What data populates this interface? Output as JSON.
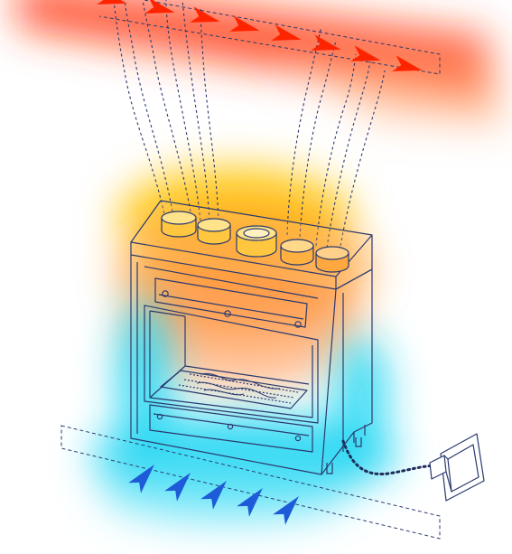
{
  "diagram": {
    "subject": "fireplace-insert-air-circulation",
    "colors": {
      "line": "#2a3a6e",
      "hot_red": "#ff2a00",
      "hot_orange": "#ff8a1e",
      "warm_yellow": "#ffd400",
      "cool_cyan": "#22d6f2",
      "cool_blue": "#1f63d6",
      "arrow_red": "#ff2400",
      "arrow_blue": "#1d5bd8"
    },
    "icons": {
      "hot_arrow": "chevron-arrow-right",
      "cold_arrow": "chevron-arrow-up-right",
      "vent": "wall-air-vent"
    },
    "counts": {
      "hot_arrows": 8,
      "cold_arrows": 5,
      "ducts": 5
    }
  }
}
